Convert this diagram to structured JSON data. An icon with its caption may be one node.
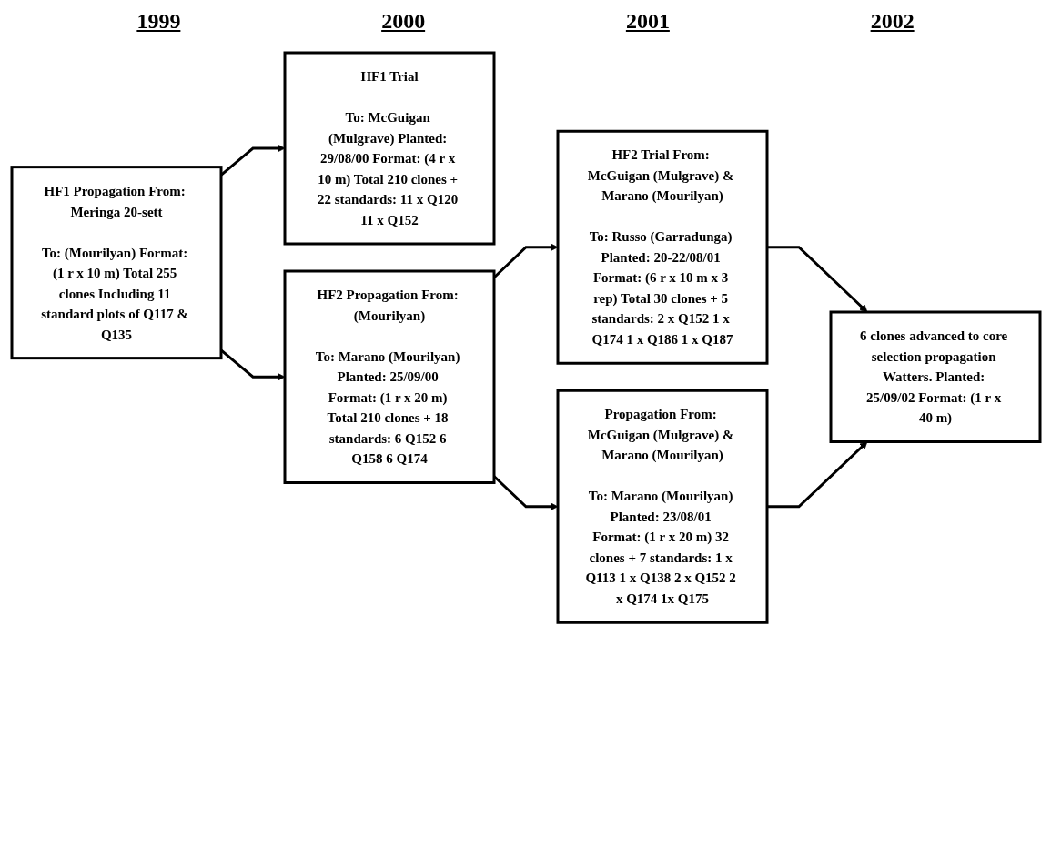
{
  "diagram": {
    "nodes": [
      {
        "text": [
          "HF1 Propagation From: Meringa 20-sett",
          "To: (Mourilyan) Format: (1 r x 10 m) Total 255 clones Including 11 standard plots of Q117 & Q135"
        ]
      },
      {
        "text": [
          "HF1 Trial",
          "To: McGuigan (Mulgrave) Planted: 29/08/00 Format: (4 r x 10 m) Total 210 clones + 22 standards: 11 x Q120 11 x Q152"
        ]
      },
      {
        "text": [
          "HF2 Propagation From: (Mourilyan)",
          "To: Marano (Mourilyan) Planted: 25/09/00 Format: (1 r x 20 m) Total 210 clones + 18 standards: 6 Q152 6 Q158 6 Q174"
        ]
      },
      {
        "text": [
          "HF2 Trial From: McGuigan (Mulgrave) & Marano (Mourilyan)",
          "To: Russo (Garradunga) Planted: 20-22/08/01 Format: (6 r x 10 m x 3 rep) Total 30 clones + 5 standards: 2 x Q152 1 x Q174 1 x Q186 1 x Q187"
        ]
      },
      {
        "text": [
          "Propagation From: McGuigan (Mulgrave) & Marano (Mourilyan)",
          "To: Marano (Mourilyan) Planted: 23/08/01 Format: (1 r x 20 m) 32 clones + 7 standards: 1 x Q113 1 x Q138 2 x Q152 2 x Q174 1x Q175"
        ]
      },
      {
        "text": [
          "6 clones advanced to core selection propagation Watters. Planted: 25/09/02 Format: (1 r x 40 m)"
        ]
      }
    ],
    "edges": [
      {
        "from": 0,
        "to": 1,
        "arrow": "to"
      },
      {
        "from": 0,
        "to": 2,
        "arrow": "to"
      },
      {
        "from": 2,
        "to": 3,
        "arrow": "to"
      },
      {
        "from": 2,
        "to": 4,
        "arrow": "to"
      },
      {
        "from": 3,
        "to": 5,
        "arrow": "to"
      },
      {
        "from": 4,
        "to": 5,
        "arrow": "to"
      }
    ],
    "labels": [
      "1999",
      "2000",
      "2001",
      "2002"
    ]
  }
}
